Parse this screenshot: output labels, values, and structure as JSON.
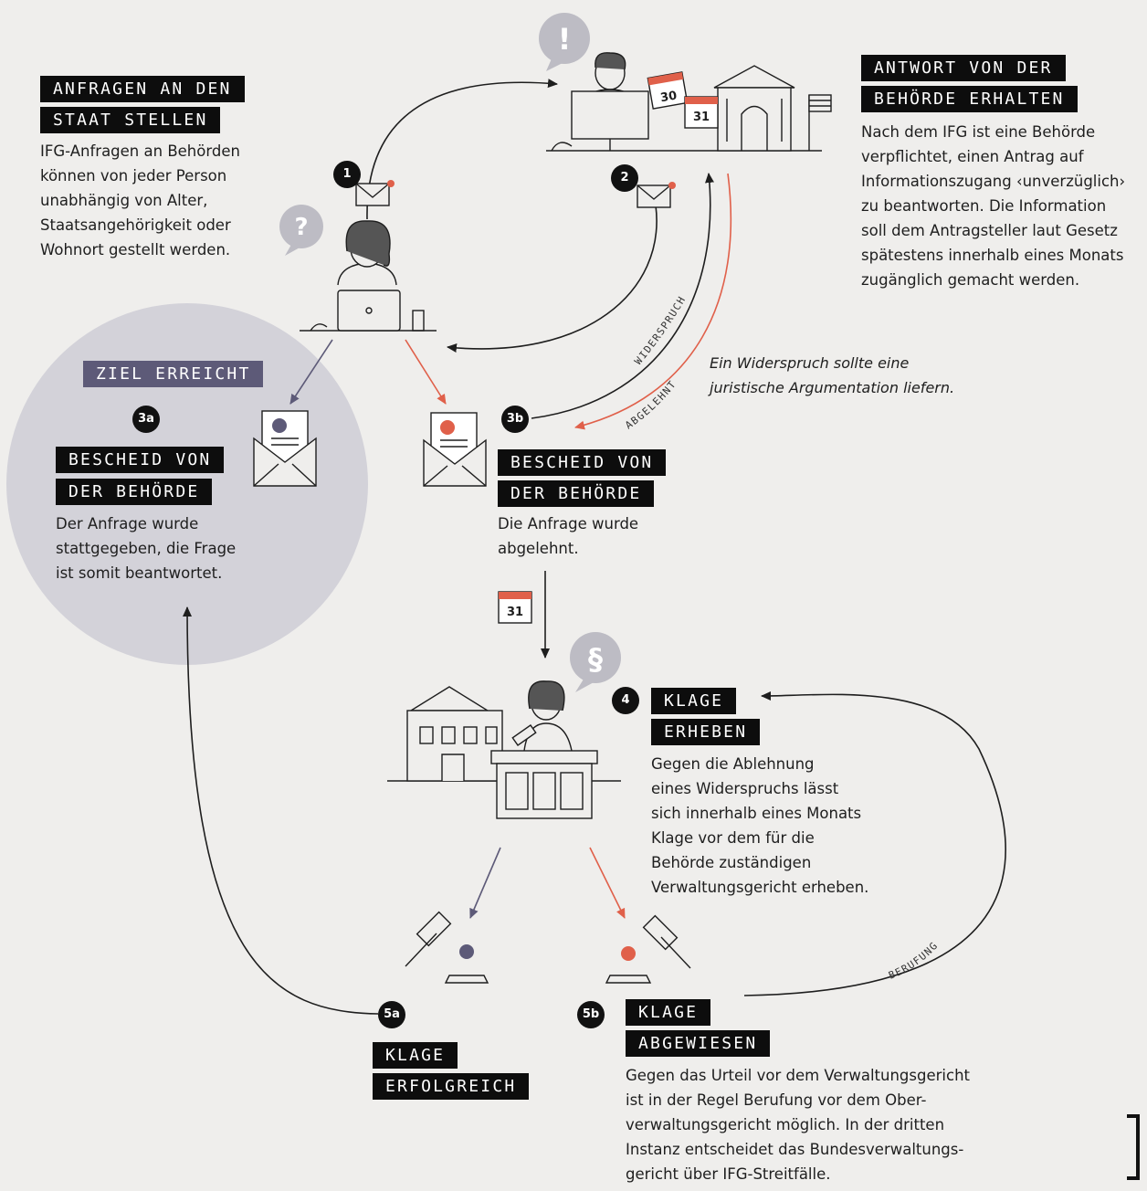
{
  "colors": {
    "background": "#efeeec",
    "label_bg": "#0d0d0d",
    "accent_purple": "#5d5a78",
    "accent_red": "#e0604a",
    "circle": "#d3d2d9"
  },
  "steps": {
    "s1": "1",
    "s2": "2",
    "s3a": "3a",
    "s3b": "3b",
    "s4": "4",
    "s5a": "5a",
    "s5b": "5b"
  },
  "sections": {
    "anfragen": {
      "title_1": "ANFRAGEN AN DEN",
      "title_2": "STAAT STELLEN",
      "text": "IFG-Anfragen an Behörden\nkönnen von jeder Person\nunabhängig von Alter,\nStaatsangehörigkeit oder\nWohnort gestellt werden."
    },
    "antwort": {
      "title_1": "ANTWORT VON DER",
      "title_2": "BEHÖRDE ERHALTEN",
      "text": "Nach dem IFG ist eine Behörde\nverpflichtet, einen Antrag auf\nInformationszugang ‹unverzüglich›\nzu beantworten. Die Information\nsoll dem Antragsteller laut Gesetz\nspätestens innerhalb eines Monats\nzugänglich gemacht werden."
    },
    "ziel": {
      "label": "ZIEL ERREICHT"
    },
    "bescheid_a": {
      "title_1": "BESCHEID VON",
      "title_2": "DER BEHÖRDE",
      "text": "Der Anfrage wurde\nstattgegeben, die Frage\nist somit beantwortet."
    },
    "bescheid_b": {
      "title_1": "BESCHEID VON",
      "title_2": "DER BEHÖRDE",
      "text": "Die Anfrage wurde\nabgelehnt."
    },
    "klage": {
      "title_1": "KLAGE",
      "title_2": "ERHEBEN",
      "text": "Gegen die Ablehnung\neines Widerspruchs lässt\nsich innerhalb eines Monats\nKlage vor dem für die\nBehörde zuständigen\nVerwaltungsgericht erheben."
    },
    "erfolg": {
      "title_1": "KLAGE",
      "title_2": "ERFOLGREICH"
    },
    "abgewiesen": {
      "title_1": "KLAGE",
      "title_2": "ABGEWIESEN",
      "text": "Gegen das Urteil vor dem Verwaltungsgericht\nist in der Regel Berufung vor dem Ober-\nverwaltungsgericht möglich. In der dritten\nInstanz entscheidet das Bundesverwaltungs-\ngericht über IFG-Streitfälle."
    }
  },
  "notes": {
    "widerspruch_note": "Ein Widerspruch sollte eine\njuristische Argumentation liefern."
  },
  "arrow_labels": {
    "widerspruch": "WIDERSPRUCH",
    "abgelehnt": "ABGELEHNT",
    "berufung": "BERUFUNG"
  },
  "icons": {
    "question": "?",
    "exclamation": "!",
    "paragraph": "§",
    "calendar_1": "30",
    "calendar_2": "31",
    "calendar_3": "31"
  }
}
